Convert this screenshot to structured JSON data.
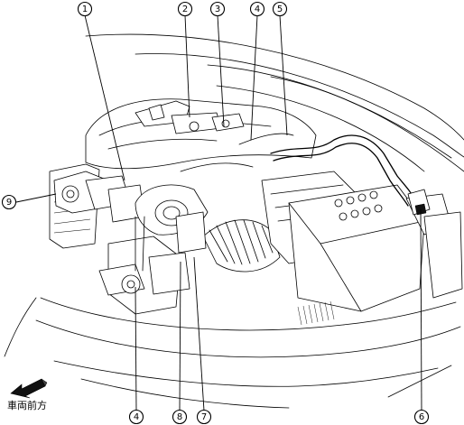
{
  "callouts": [
    {
      "id": "c1",
      "label": "1"
    },
    {
      "id": "c2",
      "label": "2"
    },
    {
      "id": "c3",
      "label": "3"
    },
    {
      "id": "c4-top",
      "label": "4"
    },
    {
      "id": "c5",
      "label": "5"
    },
    {
      "id": "c9",
      "label": "9"
    },
    {
      "id": "c4-bottom",
      "label": "4"
    },
    {
      "id": "c8",
      "label": "8"
    },
    {
      "id": "c7",
      "label": "7"
    },
    {
      "id": "c6",
      "label": "6"
    }
  ],
  "direction_label": "車両前方"
}
